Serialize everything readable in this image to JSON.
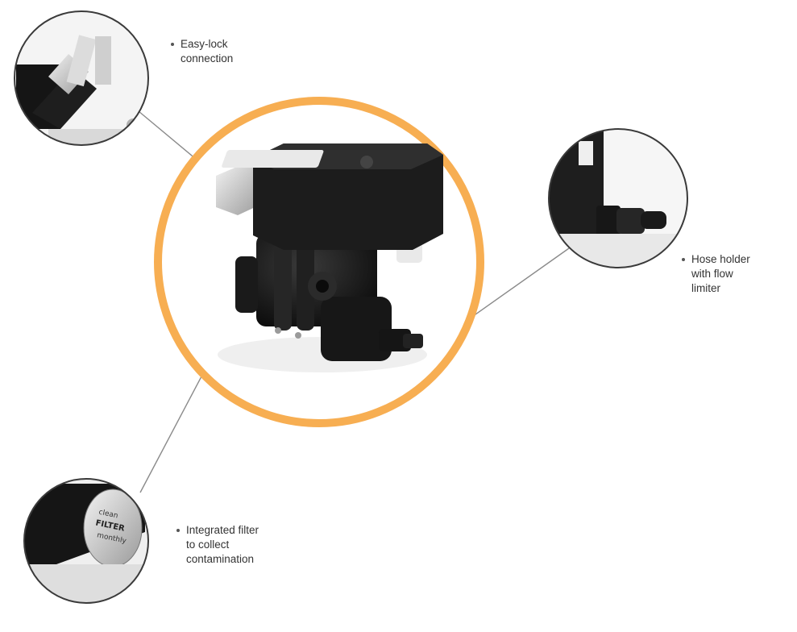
{
  "callouts": {
    "easy_lock": {
      "line1": "Easy-lock",
      "line2": "connection"
    },
    "hose": {
      "line1": "Hose holder",
      "line2": "with flow",
      "line3": "limiter"
    },
    "filter": {
      "line1": "Integrated filter",
      "line2": "to collect",
      "line3": "contamination"
    }
  },
  "filter_plate": {
    "line1": "clean",
    "line2": "FILTER",
    "line3": "monthly"
  },
  "colors": {
    "accent_ring": "#F7AE52",
    "callout_line": "#8a8a8a",
    "device_body": "#1c1c1c"
  },
  "icons": [
    "device-illustration",
    "detail-magnifier"
  ]
}
